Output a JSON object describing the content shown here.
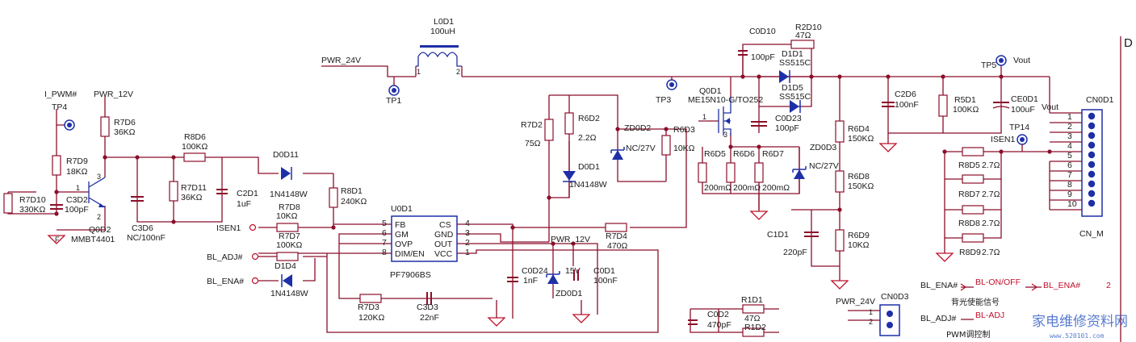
{
  "nets": {
    "i_pwm": "I_PWM#",
    "pwr12_left": "PWR_12V",
    "pwr24": "PWR_24V",
    "pwr12_mid": "PWR_12V",
    "pwr24_bottom": "PWR_24V",
    "vout_top": "Vout",
    "vout_conn": "Vout",
    "isen1_left": "ISEN1",
    "isen1_right": "ISEN1",
    "bl_adj": "BL_ADJ#",
    "bl_ena": "BL_ENA#",
    "bl_ena2": "BL_ENA#",
    "bl_adj2": "BL_ADJ#",
    "bl_on_off": "BL-ON/OFF",
    "bl_ena3": "BL_ENA#",
    "bl_adj3": "BL-ADJ",
    "num2": "2",
    "cn_letter": "D"
  },
  "testpoints": {
    "tp4": "TP4",
    "tp1": "TP1",
    "tp3": "TP3",
    "tp5": "TP5",
    "tp14": "TP14"
  },
  "components": {
    "l0d1": {
      "ref": "L0D1",
      "val": "100uH"
    },
    "c0d10": {
      "ref": "C0D10",
      "val": "100pF"
    },
    "r2d10": {
      "ref": "R2D10",
      "val": "47Ω"
    },
    "d1d1": {
      "ref": "D1D1",
      "val": "SS515C"
    },
    "d1d5": {
      "ref": "D1D5",
      "val": "SS515C"
    },
    "c0d23": {
      "ref": "C0D23",
      "val": "100pF"
    },
    "q0d1": {
      "ref": "Q0D1",
      "val": "ME15N10-G/TO252"
    },
    "r7d6": {
      "ref": "R7D6",
      "val": "36KΩ"
    },
    "r7d9": {
      "ref": "R7D9",
      "val": "18KΩ"
    },
    "r7d10": {
      "ref": "R7D10",
      "val": "330KΩ"
    },
    "c3d2": {
      "ref": "C3D2",
      "val": "100pF"
    },
    "q0d2": {
      "ref": "Q0D2",
      "val": "MMBT4401"
    },
    "c3d6": {
      "ref": "C3D6",
      "val": "NC/100nF"
    },
    "r8d6": {
      "ref": "R8D6",
      "val": "100KΩ"
    },
    "r7d11": {
      "ref": "R7D11",
      "val": "36KΩ"
    },
    "c2d1": {
      "ref": "C2D1",
      "val": "1uF"
    },
    "d0d11": {
      "ref": "D0D11",
      "val": "1N4148W"
    },
    "r8d1": {
      "ref": "R8D1",
      "val": "240KΩ"
    },
    "r7d8": {
      "ref": "R7D8",
      "val": "10KΩ"
    },
    "r7d7": {
      "ref": "R7D7",
      "val": "100KΩ"
    },
    "d1d4": {
      "ref": "D1D4",
      "val": "1N4148W"
    },
    "r7d2": {
      "ref": "R7D2",
      "val": "75Ω"
    },
    "r6d2": {
      "ref": "R6D2",
      "val": "2.2Ω"
    },
    "d0d1": {
      "ref": "D0D1",
      "val": "1N4148W"
    },
    "zd0d2": {
      "ref": "ZD0D2",
      "val": "NC/27V"
    },
    "r6d3": {
      "ref": "R6D3",
      "val": "10KΩ"
    },
    "r6d5": {
      "ref": "R6D5",
      "val": "200mΩ"
    },
    "r6d6": {
      "ref": "R6D6",
      "val": "200mΩ"
    },
    "r6d7": {
      "ref": "R6D7",
      "val": "200mΩ"
    },
    "zd0d3": {
      "ref": "ZD0D3",
      "val": "NC/27V"
    },
    "r6d4": {
      "ref": "R6D4",
      "val": "150KΩ"
    },
    "r6d8": {
      "ref": "R6D8",
      "val": "150KΩ"
    },
    "c1d1": {
      "ref": "C1D1",
      "val": "220pF"
    },
    "r6d9": {
      "ref": "R6D9",
      "val": "10KΩ"
    },
    "c2d6": {
      "ref": "C2D6",
      "val": "100nF"
    },
    "r5d1": {
      "ref": "R5D1",
      "val": "100KΩ"
    },
    "ce0d1": {
      "ref": "CE0D1",
      "val": "100uF"
    },
    "r7d4": {
      "ref": "R7D4",
      "val": "470Ω"
    },
    "c0d24": {
      "ref": "C0D24",
      "val": "1nF"
    },
    "zd0d1": {
      "ref": "ZD0D1",
      "val": "15V"
    },
    "c0d1": {
      "ref": "C0D1",
      "val": "100nF"
    },
    "r7d3": {
      "ref": "R7D3",
      "val": "120KΩ"
    },
    "c3d3": {
      "ref": "C3D3",
      "val": "22nF"
    },
    "r8d5": {
      "ref": "R8D5",
      "val": "2.7Ω"
    },
    "r8d7": {
      "ref": "R8D7",
      "val": "2.7Ω"
    },
    "r8d8": {
      "ref": "R8D8",
      "val": "2.7Ω"
    },
    "r8d9": {
      "ref": "R8D9",
      "val": "2.7Ω"
    },
    "c0d2": {
      "ref": "C0D2",
      "val": "470pF"
    },
    "r1d1": {
      "ref": "R1D1",
      "val": "47Ω"
    },
    "r1d2": {
      "ref": "R1D2",
      "val": ""
    },
    "cn0d3": {
      "ref": "CN0D3",
      "val": ""
    }
  },
  "ic": {
    "ref": "U0D1",
    "part": "PF7906BS",
    "left_pins": [
      {
        "num": "5",
        "name": "FB"
      },
      {
        "num": "6",
        "name": "GM"
      },
      {
        "num": "7",
        "name": "OVP"
      },
      {
        "num": "8",
        "name": "DIM/EN"
      }
    ],
    "right_pins": [
      {
        "num": "4",
        "name": "CS"
      },
      {
        "num": "3",
        "name": "GND"
      },
      {
        "num": "2",
        "name": "OUT"
      },
      {
        "num": "1",
        "name": "VCC"
      }
    ]
  },
  "connector": {
    "ref": "CN0D1",
    "name": "CN_M",
    "pins": [
      "1",
      "2",
      "3",
      "4",
      "5",
      "6",
      "7",
      "8",
      "9",
      "10"
    ]
  },
  "connector2_pins": [
    "1",
    "2"
  ],
  "pin_labels": {
    "l_p1": "1",
    "l_p2": "2",
    "q1_p1": "1",
    "q1_p3": "3",
    "q2_p1": "1",
    "q2_p2": "2",
    "q2_p3": "3"
  },
  "notes": {
    "backlight_cn": "背光使能信号",
    "pwm_cn": "PWM调控制"
  },
  "watermark": {
    "text": "家电维修资料网",
    "url": "www.520101.com"
  }
}
